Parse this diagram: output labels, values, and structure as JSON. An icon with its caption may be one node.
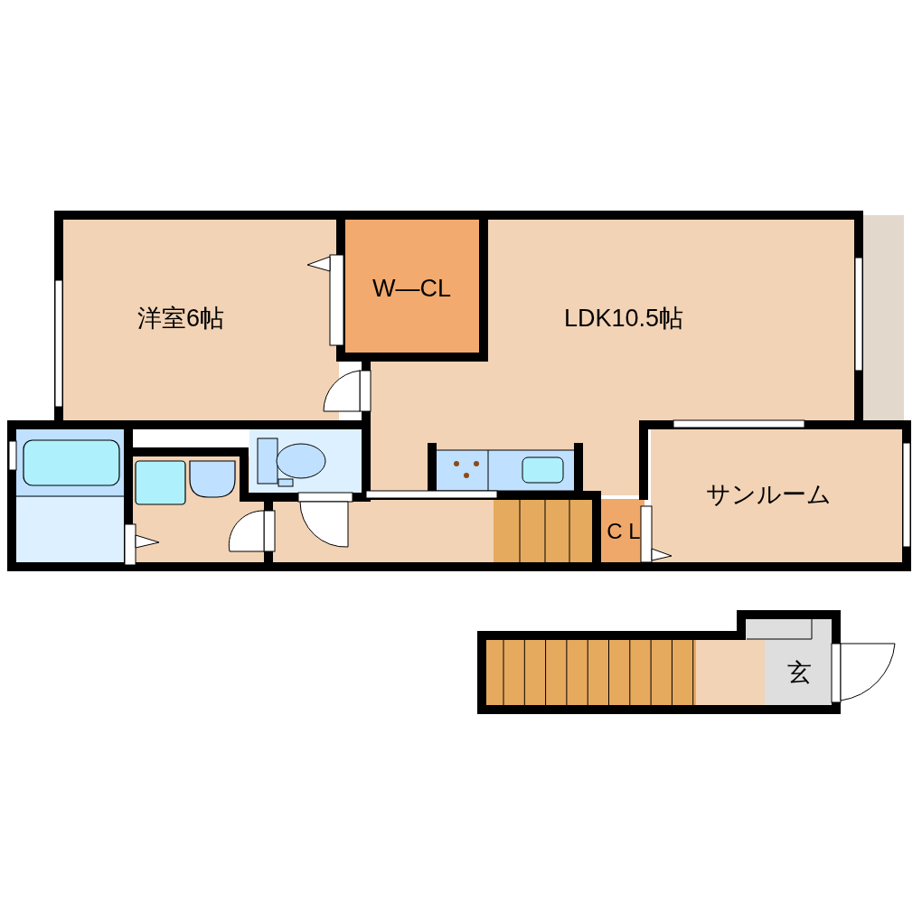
{
  "diagram": {
    "nodes": [
      {
        "text": [
          "洋室6帖"
        ]
      },
      {
        "text": [
          "W—CL"
        ]
      },
      {
        "text": [
          "LDK10.5帖"
        ]
      },
      {
        "text": [
          "サンルーム"
        ]
      },
      {
        "text": [
          "C L"
        ]
      },
      {
        "text": [
          "玄"
        ]
      }
    ]
  }
}
